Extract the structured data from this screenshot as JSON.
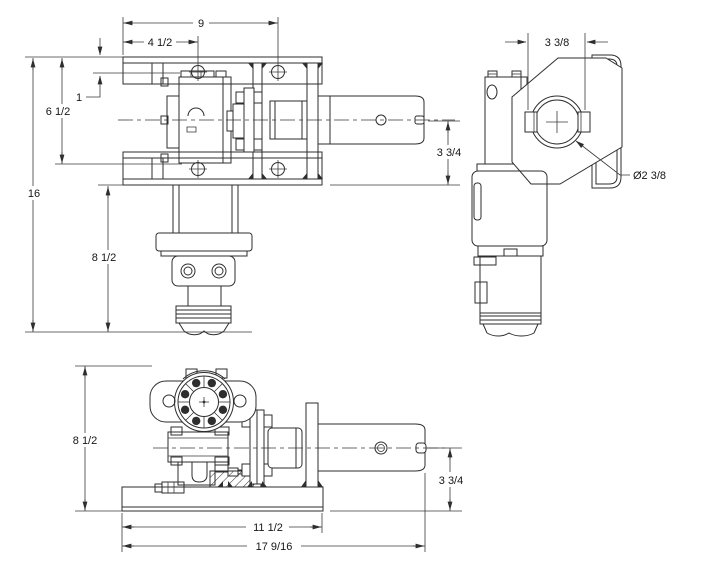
{
  "drawing": {
    "description": "Three-view orthographic engineering drawing of a hydraulic motor and gearbox drive assembly mounted in a plate weldment with output shaft",
    "units": "inches-fractional",
    "line_color": "#2e2e2e",
    "text_color": "#161616",
    "background": "#ffffff",
    "views": [
      {
        "id": "front",
        "name": "front-elevation-view",
        "dim_labels": [
          "9",
          "4 1/2",
          "1",
          "6 1/2",
          "16",
          "8 1/2",
          "3 3/4"
        ]
      },
      {
        "id": "side",
        "name": "right-side-view",
        "dim_labels": [
          "3 3/8",
          "Ø2 3/8"
        ]
      },
      {
        "id": "bottom",
        "name": "bottom-plan-view",
        "dim_labels": [
          "8 1/2",
          "11 1/2",
          "17 9/16",
          "3 3/4"
        ]
      }
    ],
    "dims": {
      "front_width": {
        "label": "9",
        "value_in": 9
      },
      "front_width_half": {
        "label": "4 1/2",
        "value_in": 4.5
      },
      "front_plate_offset": {
        "label": "1",
        "value_in": 1
      },
      "front_frame_height": {
        "label": "6 1/2",
        "value_in": 6.5
      },
      "front_overall_height": {
        "label": "16",
        "value_in": 16
      },
      "front_motor_drop": {
        "label": "8 1/2",
        "value_in": 8.5
      },
      "front_shaft_to_base": {
        "label": "3 3/4",
        "value_in": 3.75
      },
      "side_hub_width": {
        "label": "3 3/8",
        "value_in": 3.375
      },
      "side_shaft_dia": {
        "label": "Ø2 3/8",
        "value_in": 2.375
      },
      "bottom_height": {
        "label": "8 1/2",
        "value_in": 8.5
      },
      "bottom_base_length": {
        "label": "11 1/2",
        "value_in": 11.5
      },
      "bottom_overall_length": {
        "label": "17 9/16",
        "value_in": 17.5625
      },
      "bottom_shaft_to_base": {
        "label": "3 3/4",
        "value_in": 3.75
      }
    }
  }
}
